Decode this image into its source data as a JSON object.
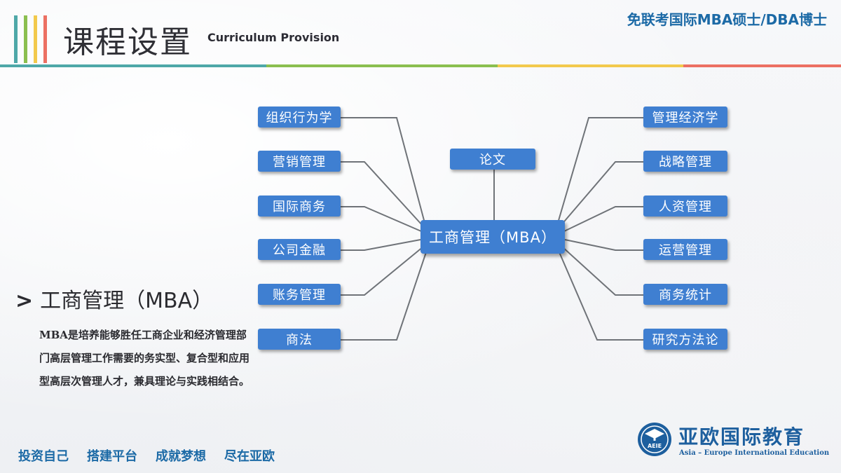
{
  "header": {
    "title_cn": "课程设置",
    "title_en": "Curriculum Provision",
    "top_right": "免联考国际MBA硕士/DBA博士",
    "stripe_colors": [
      "#4ea8a8",
      "#8bbf4f",
      "#f2c94c",
      "#ec7063"
    ],
    "bar_colors": [
      "#4ea8a8",
      "#8bbf4f",
      "#f2c94c",
      "#ec7063"
    ]
  },
  "mindmap": {
    "center": "工商管理（MBA）",
    "top": "论文",
    "left": [
      "组织行为学",
      "营销管理",
      "国际商务",
      "公司金融",
      "账务管理",
      "商法"
    ],
    "right": [
      "管理经济学",
      "战略管理",
      "人资管理",
      "运营管理",
      "商务统计",
      "研究方法论"
    ],
    "node_color": "#3f7fd1",
    "line_color": "#6f7378"
  },
  "section": {
    "arrow": ">",
    "title": "工商管理（MBA）",
    "description": "MBA是培养能够胜任工商企业和经济管理部门高层管理工作需要的务实型、复合型和应用型高层次管理人才，兼具理论与实践相结合。"
  },
  "footer": {
    "slogans": [
      "投资自己",
      "搭建平台",
      "成就梦想",
      "尽在亚欧"
    ],
    "logo_cn": "亚欧国际教育",
    "logo_en": "Asia – Europe International Education",
    "logo_badge": "AEIE"
  }
}
